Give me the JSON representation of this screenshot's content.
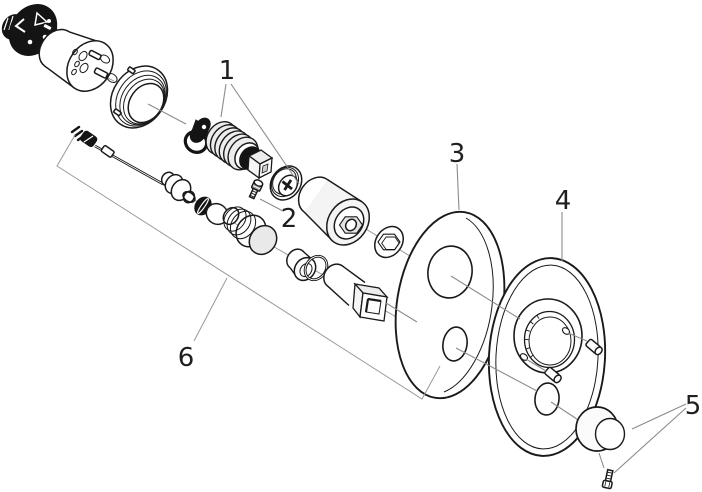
{
  "figure": {
    "kind": "exploded-parts-diagram",
    "callouts": [
      "1",
      "2",
      "3",
      "4",
      "5",
      "6"
    ],
    "colors": {
      "background": "#ffffff",
      "part_outline": "#1a1a1a",
      "leader_line": "#8c8c8c",
      "dark_part_fill": "#141414",
      "shading": "#ededed"
    }
  }
}
